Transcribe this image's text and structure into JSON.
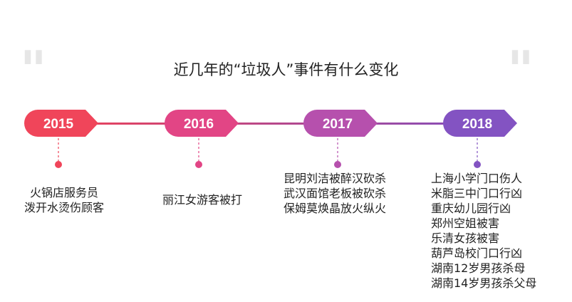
{
  "title": "近几年的“垃圾人”事件有什么变化",
  "colors": {
    "line_start": "#ef4256",
    "line_end": "#7e4fc1",
    "year_2015": "#f0455a",
    "year_2016": "#e24585",
    "year_2017": "#b650ad",
    "year_2018": "#8353c2",
    "quote": "#e6e6e6"
  },
  "timeline": [
    {
      "year": "2015",
      "events": [
        "火锅店服务员",
        "泼开水烫伤顾客"
      ]
    },
    {
      "year": "2016",
      "events": [
        "丽江女游客被打"
      ]
    },
    {
      "year": "2017",
      "events": [
        "昆明刘洁被醉汉砍杀",
        "武汉面馆老板被砍杀",
        "保姆莫焕晶放火纵火"
      ]
    },
    {
      "year": "2018",
      "events": [
        "上海小学门口伤人",
        "米脂三中门口行凶",
        "重庆幼儿园行凶",
        "郑州空姐被害",
        "乐清女孩被害",
        "葫芦岛校门口行凶",
        "湖南12岁男孩杀母",
        "湖南14岁男孩杀父母"
      ]
    }
  ]
}
